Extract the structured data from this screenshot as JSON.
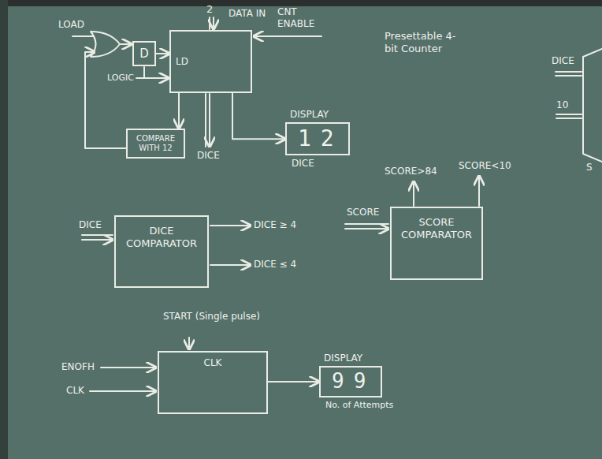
{
  "diagram": {
    "nodes": [
      {
        "text": [
          "D"
        ]
      },
      {
        "text": [
          "LD"
        ]
      },
      {
        "text": [
          "COMPARE WITH 12"
        ]
      },
      {
        "text": [
          "DISPLAY",
          "12",
          "DICE"
        ]
      },
      {
        "text": [
          "DICE COMPARATOR"
        ]
      },
      {
        "text": [
          "SCORE COMPARATOR"
        ]
      },
      {
        "text": [
          "CLK"
        ]
      },
      {
        "text": [
          "DISPLAY",
          "99",
          "No. of Attempts"
        ]
      }
    ],
    "edges": [
      {
        "from": 0,
        "to": 1,
        "arrow": "to"
      },
      {
        "from": 1,
        "to": 2,
        "arrow": "to"
      },
      {
        "from": 1,
        "to": 3,
        "arrow": "to"
      },
      {
        "from": 6,
        "to": 7,
        "arrow": "to"
      }
    ],
    "labels": [
      "LOAD",
      "LOGIC",
      "2",
      "DATA IN",
      "CNT ENABLE",
      "DICE",
      "Presettable 4-bit Counter",
      "DICE",
      "10",
      "S",
      "DICE",
      "DICE ≥ 4",
      "DICE ≤ 4",
      "SCORE",
      "SCORE>84",
      "SCORE<10",
      "START (Single pulse)",
      "ENOFH",
      "CLK"
    ]
  }
}
